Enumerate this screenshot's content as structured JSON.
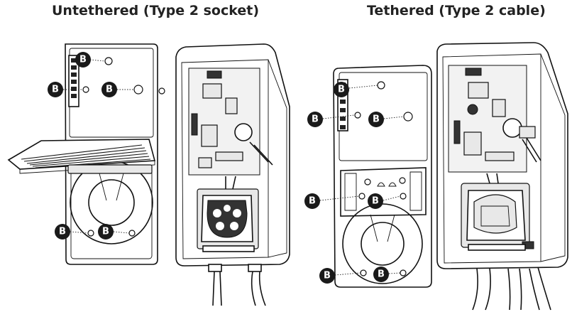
{
  "titles": {
    "untethered": "Untethered (Type 2 socket)",
    "tethered": "Tethered (Type 2 cable)"
  },
  "badge_label": "B",
  "colors": {
    "ink": "#111111",
    "badge": "#1a1a1a",
    "badge_text": "#ffffff"
  }
}
